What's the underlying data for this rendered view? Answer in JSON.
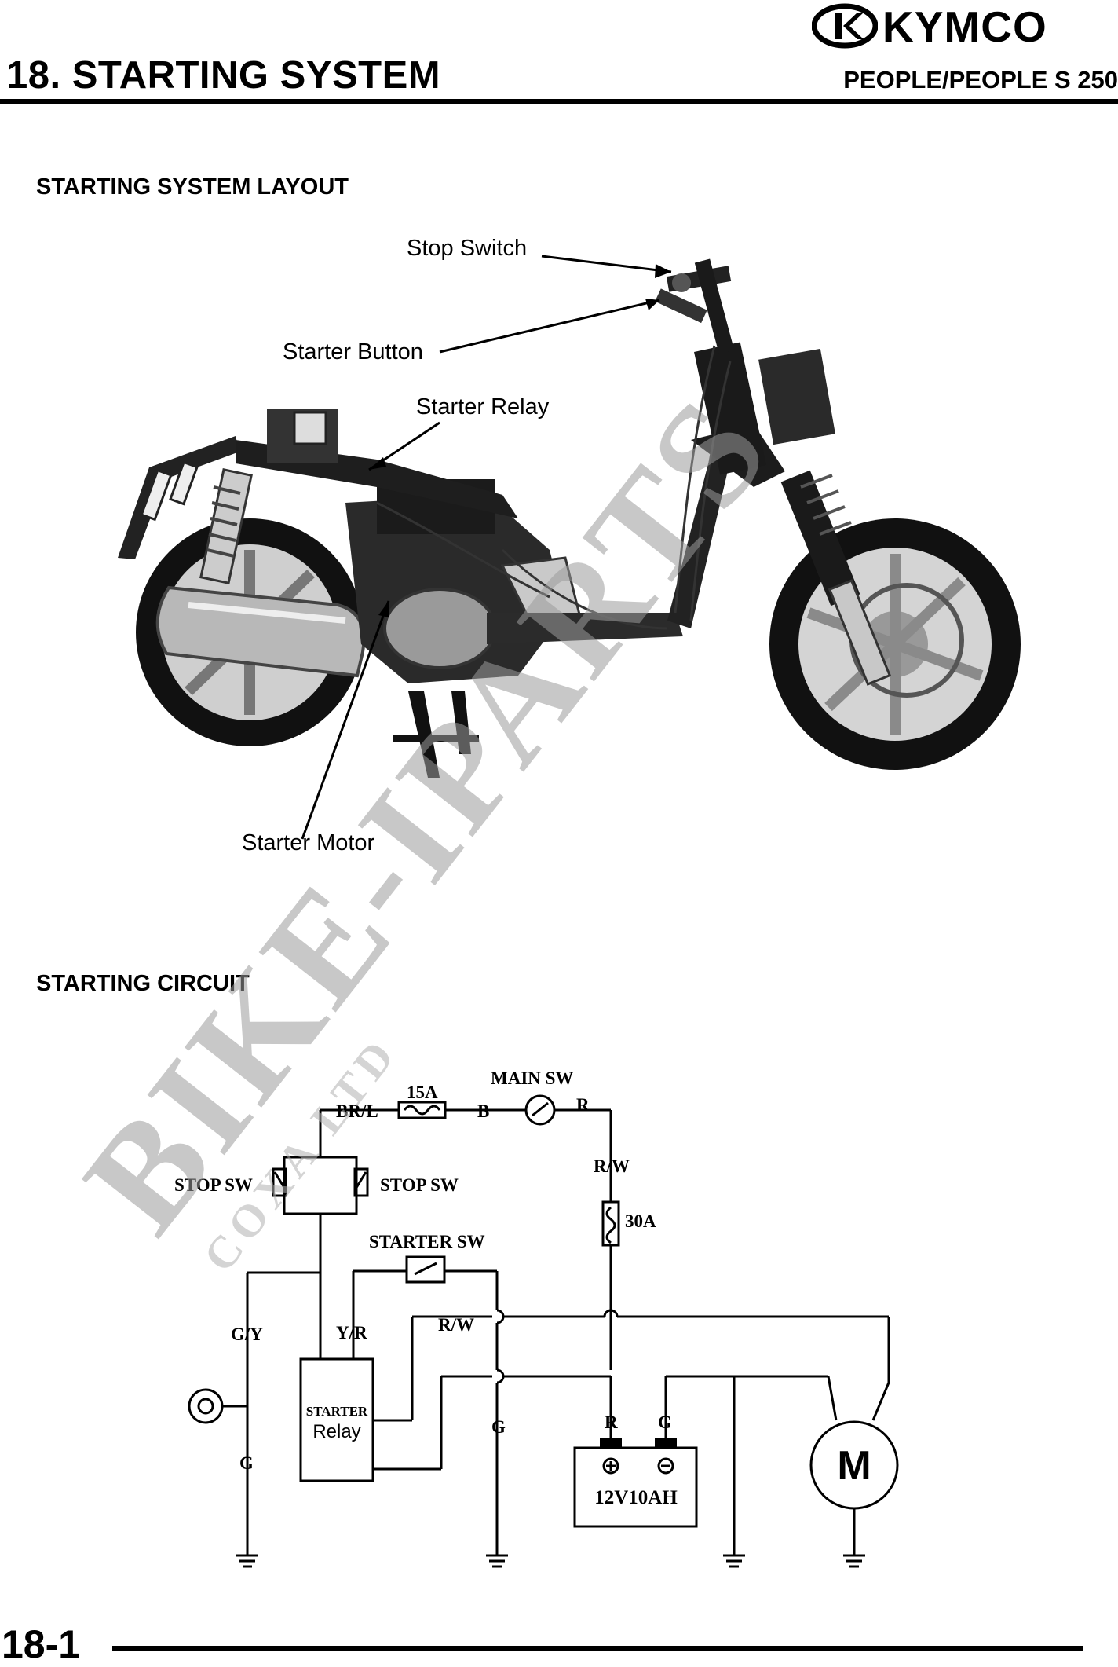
{
  "header": {
    "chapter_title": "18. STARTING SYSTEM",
    "model": "PEOPLE/PEOPLE S 250",
    "brand": "KYMCO"
  },
  "layout_section": {
    "heading": "STARTING SYSTEM LAYOUT",
    "callouts": {
      "stop_switch": "Stop Switch",
      "starter_button": "Starter Button",
      "starter_relay": "Starter Relay",
      "starter_motor": "Starter Motor"
    }
  },
  "circuit_section": {
    "heading": "STARTING CIRCUIT",
    "labels": {
      "br_l": "BR/L",
      "fuse_15a": "15A",
      "b": "B",
      "main_sw": "MAIN SW",
      "r_top": "R",
      "r_w_top": "R/W",
      "fuse_30a": "30A",
      "stop_sw_left": "STOP SW",
      "stop_sw_right": "STOP SW",
      "starter_sw": "STARTER SW",
      "g_y": "G/Y",
      "y_r": "Y/R",
      "r_w_mid": "R/W",
      "relay_line1": "STARTER",
      "relay_line2": "Relay",
      "g_mid": "G",
      "g_left": "G",
      "batt_r": "R",
      "batt_g": "G",
      "battery": "12V10AH",
      "motor": "M"
    }
  },
  "watermark": {
    "text": "BIKE-IPARTS",
    "subtext": "COXA LTD"
  },
  "footer": {
    "page_number": "18-1"
  }
}
